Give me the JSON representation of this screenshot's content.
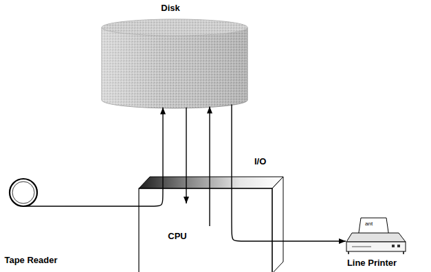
{
  "diagram": {
    "nodes": [
      {
        "text": [
          "Disk"
        ]
      },
      {
        "text": [
          "Tape Reader"
        ]
      },
      {
        "text": [
          "CPU"
        ]
      },
      {
        "text": [
          "Line Printer"
        ]
      }
    ],
    "edges": [
      {
        "from": 1,
        "to": 0,
        "arrow": "to"
      },
      {
        "from": 0,
        "to": 2,
        "arrow": "to"
      },
      {
        "from": 2,
        "to": 0,
        "arrow": "to"
      },
      {
        "from": 0,
        "to": 3,
        "arrow": "to"
      }
    ],
    "labels": [
      "I/O",
      "ant"
    ]
  }
}
